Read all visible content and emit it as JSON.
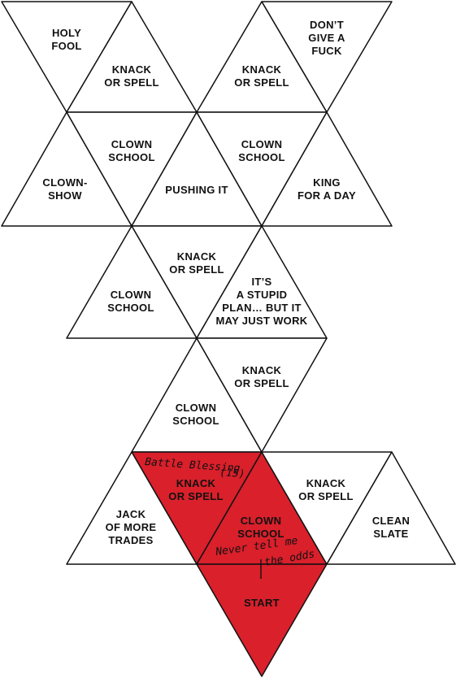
{
  "colors": {
    "filled": "#d9202b",
    "outline": "#111111",
    "background": "#ffffff",
    "filled_label": "#3a0a0a",
    "start_label": "#ffffff"
  },
  "cells": {
    "holy_fool": [
      "HOLY",
      "FOOL"
    ],
    "dont_give": [
      "DON’T",
      "GIVE A",
      "FUCK"
    ],
    "knack_left_top": [
      "KNACK",
      "OR SPELL"
    ],
    "knack_right_top": [
      "KNACK",
      "OR SPELL"
    ],
    "clown_school_1": [
      "CLOWN",
      "SCHOOL"
    ],
    "clown_school_2": [
      "CLOWN",
      "SCHOOL"
    ],
    "clownshow": [
      "CLOWN-",
      "SHOW"
    ],
    "pushing_it": [
      "PUSHING IT"
    ],
    "king": [
      "KING",
      "FOR A DAY"
    ],
    "knack_mid": [
      "KNACK",
      "OR SPELL"
    ],
    "clown_school_3": [
      "CLOWN",
      "SCHOOL"
    ],
    "stupid_plan": [
      "IT’S",
      "A STUPID",
      "PLAN… BUT IT",
      "MAY JUST WORK"
    ],
    "knack_lower": [
      "KNACK",
      "OR SPELL"
    ],
    "clown_school_4": [
      "CLOWN",
      "SCHOOL"
    ],
    "knack_red": [
      "KNACK",
      "OR SPELL"
    ],
    "knack_right_bottom": [
      "KNACK",
      "OR SPELL"
    ],
    "jack": [
      "JACK",
      "OF MORE",
      "TRADES"
    ],
    "clown_school_red": [
      "CLOWN",
      "SCHOOL"
    ],
    "clean_slate": [
      "CLEAN",
      "SLATE"
    ],
    "start": [
      "START"
    ]
  },
  "annotations": {
    "battle_blessing": "Battle Blessing",
    "battle_blessing_num": "(15)",
    "never_tell": "Never tell me",
    "the_odds": "the odds"
  }
}
